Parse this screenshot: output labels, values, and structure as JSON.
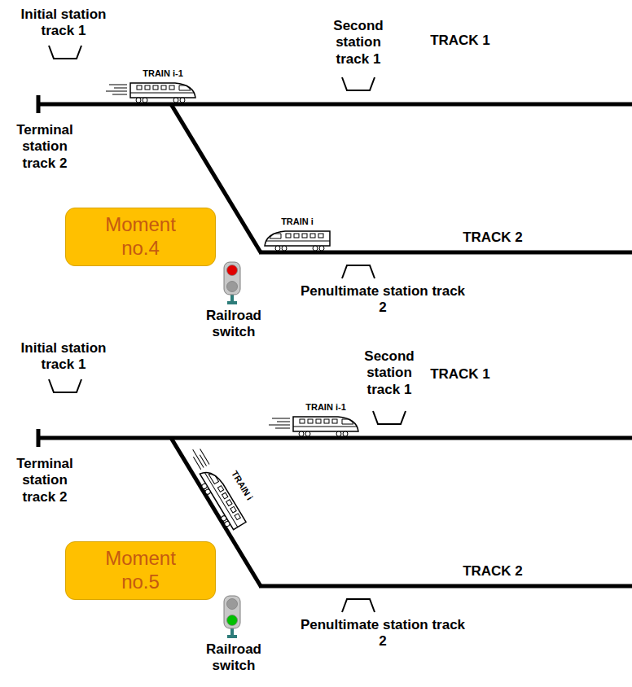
{
  "diagram": {
    "nodes": [
      {
        "text": [
          "Moment no.4"
        ]
      },
      {
        "text": [
          "Moment no.5"
        ]
      }
    ],
    "labels": [
      "Initial station track 1",
      "TRAIN i-1",
      "Second station track 1",
      "TRACK 1",
      "Terminal station track 2",
      "TRAIN i",
      "TRACK 2",
      "Railroad switch",
      "Penultimate station track 2",
      "Initial station track 1",
      "TRAIN i-1",
      "Second station track 1",
      "TRACK 1",
      "Terminal station track 2",
      "TRAIN i",
      "TRACK 2",
      "Railroad switch",
      "Penultimate station track 2"
    ]
  }
}
